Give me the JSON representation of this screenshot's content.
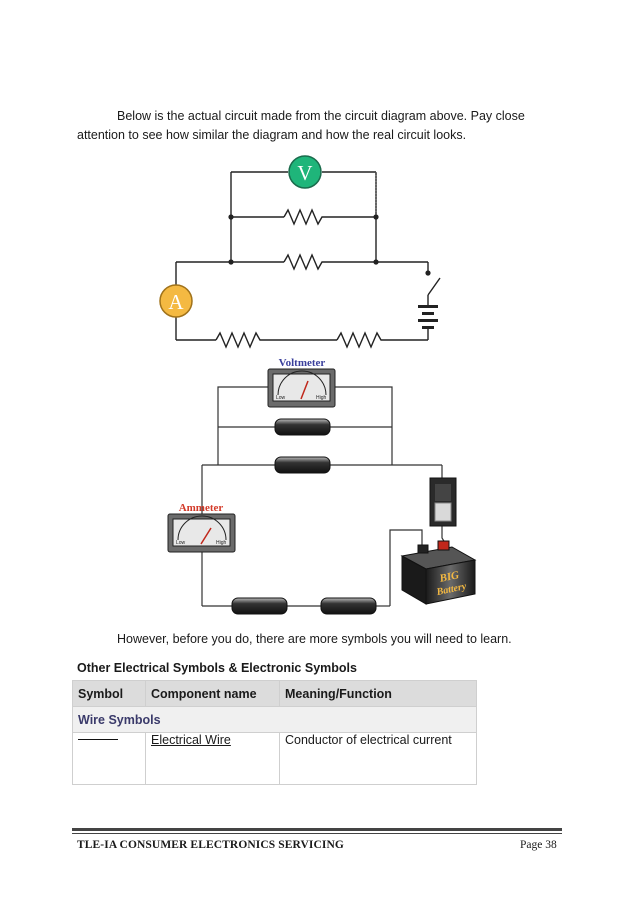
{
  "intro": {
    "text": "Below is the actual circuit made from the circuit diagram above. Pay close attention to see how similar the diagram and how the real circuit looks."
  },
  "schematic": {
    "voltmeter_letter": "V",
    "ammeter_letter": "A"
  },
  "pictorial": {
    "voltmeter_title": "Voltmeter",
    "ammeter_title": "Ammeter",
    "meter_low": "Low",
    "meter_high": "High",
    "battery_line1": "BIG",
    "battery_line2": "Battery"
  },
  "however": "However, before you do, there are more symbols you will need to learn.",
  "section_title": "Other Electrical Symbols & Electronic Symbols",
  "table": {
    "headers": [
      "Symbol",
      "Component name",
      "Meaning/Function"
    ],
    "group": "Wire Symbols",
    "rows": [
      {
        "name": "Electrical Wire",
        "meaning": "Conductor of electrical current"
      }
    ]
  },
  "footer": {
    "left": "TLE-IA CONSUMER ELECTRONICS SERVICING",
    "right": "Page 38"
  },
  "colors": {
    "voltmeter_fill": "#1fb57a",
    "ammeter_fill": "#f4b942",
    "meter_title": "#d33b2a",
    "voltmeter_title": "#3a3f9c"
  }
}
